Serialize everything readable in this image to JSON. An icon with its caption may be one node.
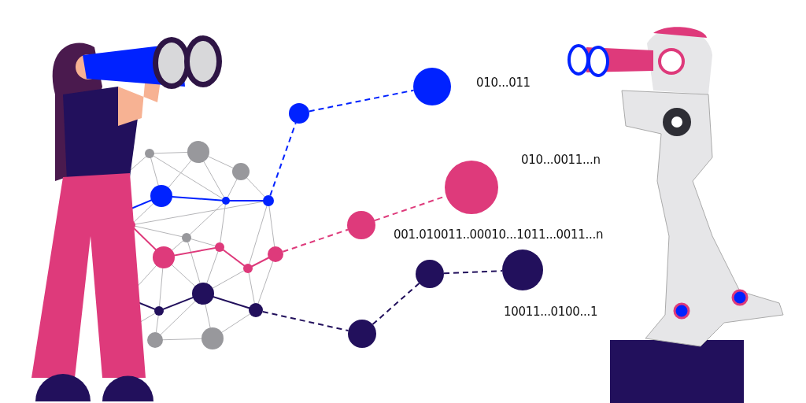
{
  "diagram": {
    "nodes": [
      {
        "text": [],
        "shape": "circle"
      },
      {
        "text": [],
        "shape": "circle"
      },
      {
        "text": [],
        "shape": "circle"
      },
      {
        "text": [],
        "shape": "circle"
      },
      {
        "text": [],
        "shape": "circle"
      },
      {
        "text": [],
        "shape": "circle"
      },
      {
        "text": [],
        "shape": "circle"
      },
      {
        "text": [],
        "shape": "circle"
      },
      {
        "text": [],
        "shape": "circle"
      },
      {
        "text": [],
        "shape": "circle"
      }
    ],
    "edges": [
      {
        "from": 0,
        "to": 1,
        "arrow": "none",
        "style": "dashed",
        "color": "#0022ff"
      },
      {
        "from": 1,
        "to": 2,
        "arrow": "none",
        "style": "dashed",
        "color": "#0022ff"
      },
      {
        "from": 3,
        "to": 4,
        "arrow": "none",
        "style": "dashed",
        "color": "#de3a7b"
      },
      {
        "from": 4,
        "to": 5,
        "arrow": "none",
        "style": "dashed",
        "color": "#de3a7b"
      },
      {
        "from": 6,
        "to": 7,
        "arrow": "none",
        "style": "dashed"
      },
      {
        "from": 7,
        "to": 8,
        "arrow": "none",
        "style": "dashed"
      },
      {
        "from": 8,
        "to": 9,
        "arrow": "none",
        "style": "dashed"
      }
    ],
    "labels": [
      "010...011",
      "010...0011...n",
      "001.010011..00010...1011...0011...n",
      "10011...0100...1"
    ]
  }
}
